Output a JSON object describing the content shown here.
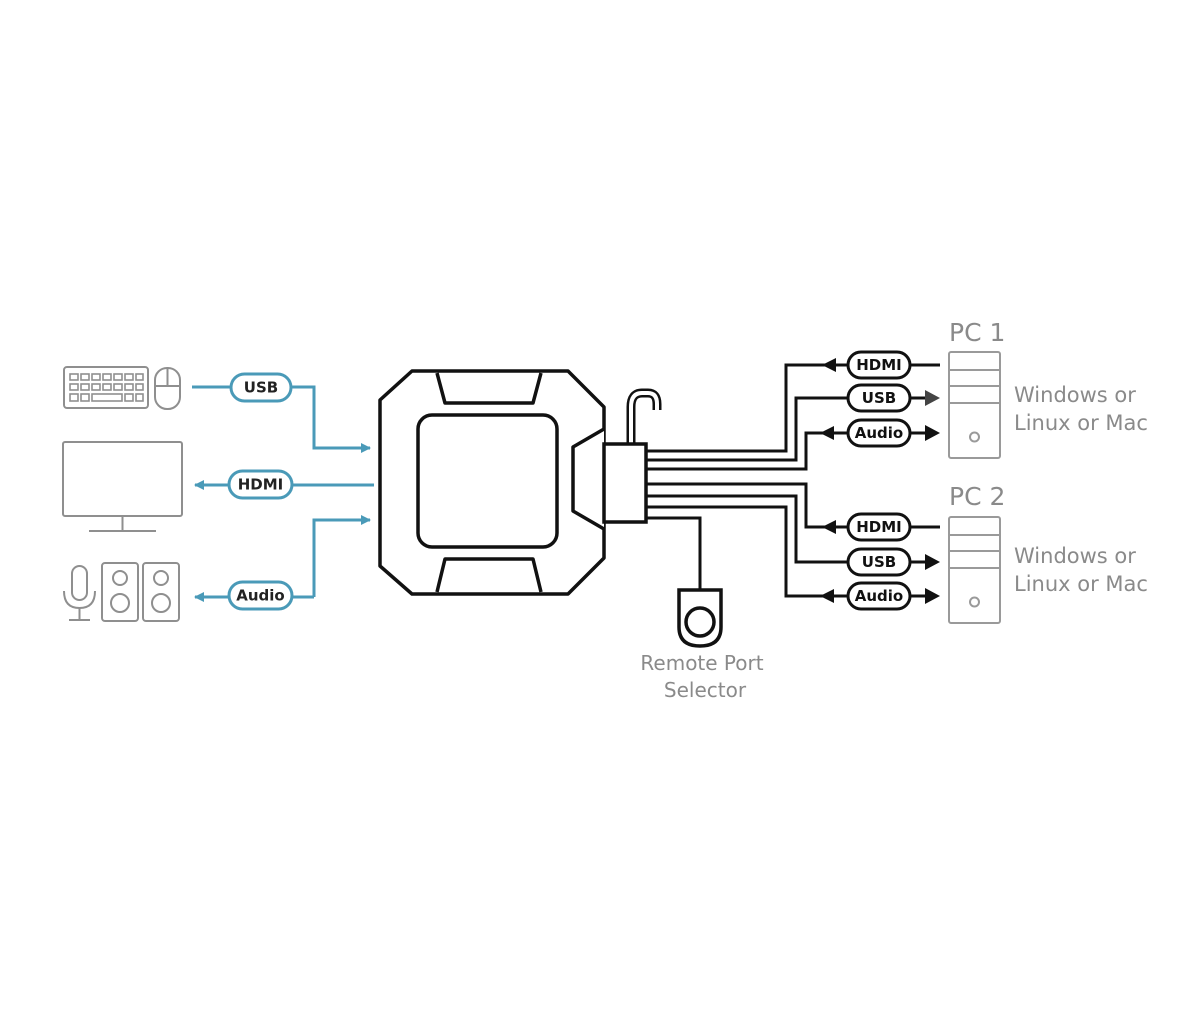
{
  "colors": {
    "left_cable": "#4a9ab8",
    "right_cable": "#111111",
    "device_outline": "#8f8f8f",
    "label_text": "#8a8a8a"
  },
  "left_connections": [
    {
      "label": "USB",
      "device": "keyboard-and-mouse"
    },
    {
      "label": "HDMI",
      "device": "monitor"
    },
    {
      "label": "Audio",
      "device": "microphone-and-speakers"
    }
  ],
  "pc1": {
    "title": "PC 1",
    "os_line1": "Windows or",
    "os_line2": "Linux or Mac",
    "cables": [
      {
        "label": "HDMI"
      },
      {
        "label": "USB"
      },
      {
        "label": "Audio"
      }
    ]
  },
  "pc2": {
    "title": "PC 2",
    "os_line1": "Windows or",
    "os_line2": "Linux or Mac",
    "cables": [
      {
        "label": "HDMI"
      },
      {
        "label": "USB"
      },
      {
        "label": "Audio"
      }
    ]
  },
  "remote_selector": {
    "line1": "Remote Port",
    "line2": "Selector"
  }
}
